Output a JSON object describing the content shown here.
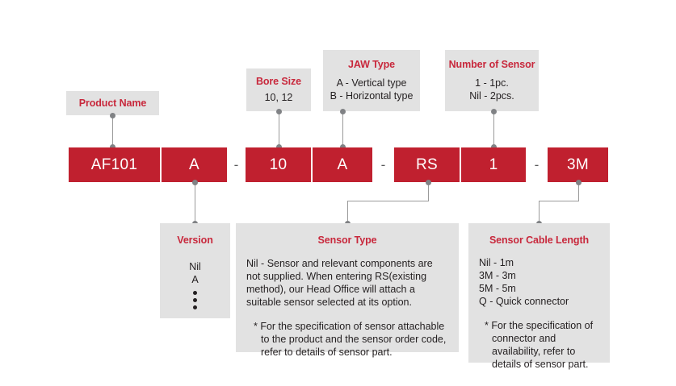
{
  "colors": {
    "red": "#c0202f",
    "title_red": "#c8283c",
    "box_grey": "#e2e2e2",
    "line_grey": "#9a9a9a",
    "dot_grey": "#808285",
    "text_dark": "#231f20",
    "background": "#ffffff"
  },
  "order_code": {
    "segments": [
      {
        "id": "product-name",
        "value": "AF101"
      },
      {
        "id": "version",
        "value": "A"
      },
      {
        "id": "sep-1",
        "value": "-"
      },
      {
        "id": "bore-size",
        "value": "10"
      },
      {
        "id": "jaw-type",
        "value": "A"
      },
      {
        "id": "sep-2",
        "value": "-"
      },
      {
        "id": "sensor-type",
        "value": "RS"
      },
      {
        "id": "sensor-count",
        "value": "1"
      },
      {
        "id": "sep-3",
        "value": "-"
      },
      {
        "id": "cable-length",
        "value": "3M"
      }
    ]
  },
  "callouts": {
    "product_name": {
      "title": "Product Name",
      "lines": []
    },
    "bore_size": {
      "title": "Bore Size",
      "lines": [
        "10, 12"
      ]
    },
    "jaw_type": {
      "title": "JAW Type",
      "lines": [
        "A - Vertical type",
        "B - Horizontal type"
      ]
    },
    "number_of_sensor": {
      "title": "Number of Sensor",
      "lines": [
        "1 - 1pc.",
        "Nil - 2pcs."
      ]
    },
    "version": {
      "title": "Version",
      "lines": [
        "Nil",
        "A"
      ],
      "ellipsis_dots": 3
    },
    "sensor_type": {
      "title": "Sensor Type",
      "paragraph": "Nil - Sensor and relevant components are not supplied. When entering RS(existing method), our Head Office will attach a suitable sensor selected at its option.",
      "note": "* For the specification of sensor attachable to the product and the sensor order code, refer to details of sensor part."
    },
    "sensor_cable_length": {
      "title": "Sensor Cable Length",
      "lines": [
        "Nil - 1m",
        "3M - 3m",
        "5M - 5m",
        "Q - Quick connector"
      ],
      "note": "* For the specification of connector and availability, refer to details of sensor part."
    }
  }
}
